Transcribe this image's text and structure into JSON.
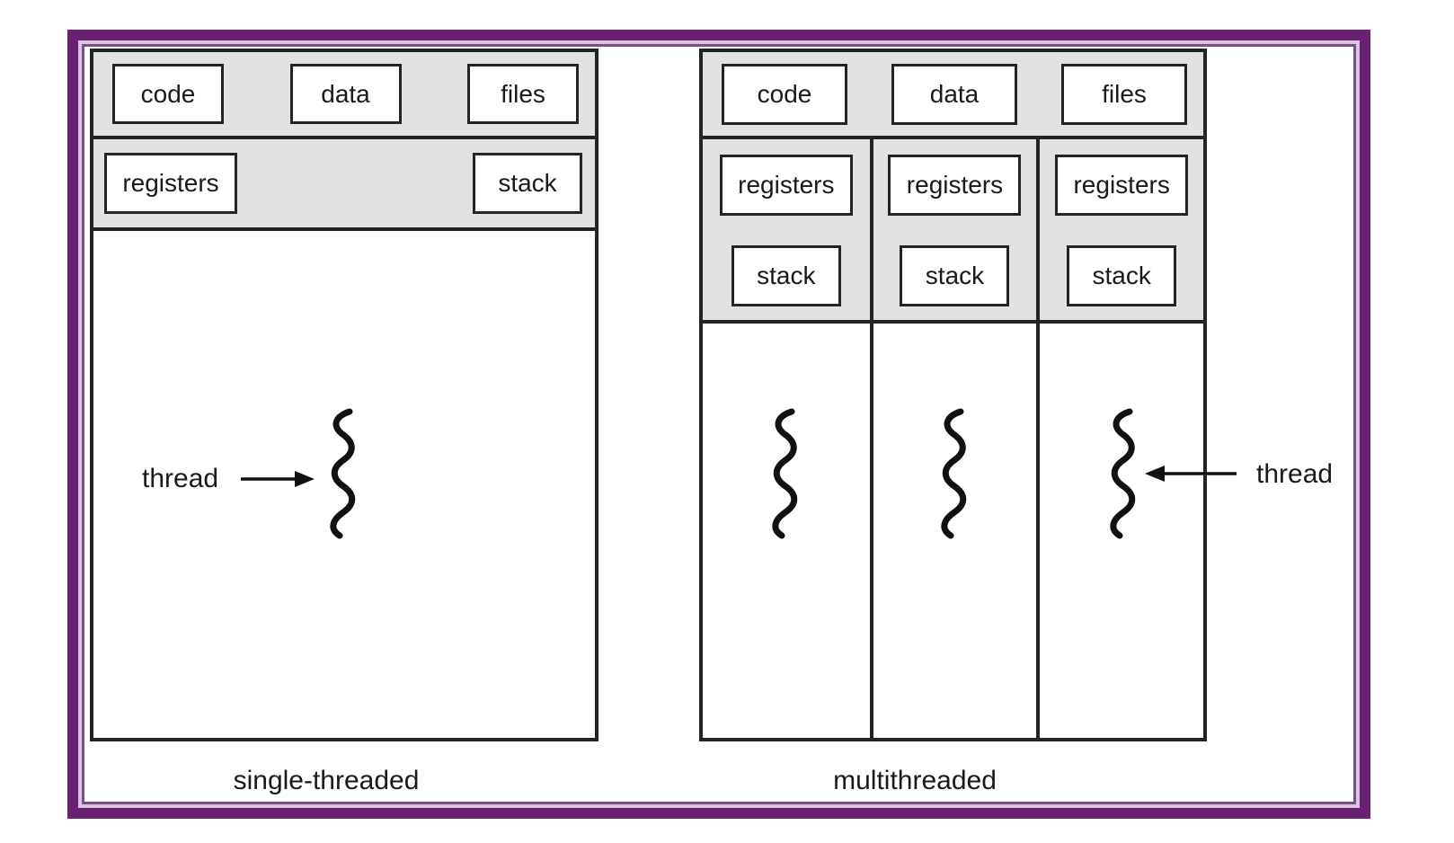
{
  "slide": {
    "frame_colors": {
      "outer": "#6a2171",
      "gap": "#d9c5e1",
      "inner_line": "#7b4f8a"
    },
    "diagram_colors": {
      "band_fill": "#e2e2e2",
      "line": "#242424",
      "background": "#ffffff"
    }
  },
  "single": {
    "shared_boxes": [
      "code",
      "data",
      "files"
    ],
    "registers_label": "registers",
    "stack_label": "stack",
    "thread_label": "thread",
    "caption": "single-threaded"
  },
  "multi": {
    "shared_boxes": [
      "code",
      "data",
      "files"
    ],
    "columns": [
      {
        "registers_label": "registers",
        "stack_label": "stack"
      },
      {
        "registers_label": "registers",
        "stack_label": "stack"
      },
      {
        "registers_label": "registers",
        "stack_label": "stack"
      }
    ],
    "thread_label": "thread",
    "caption": "multithreaded"
  }
}
